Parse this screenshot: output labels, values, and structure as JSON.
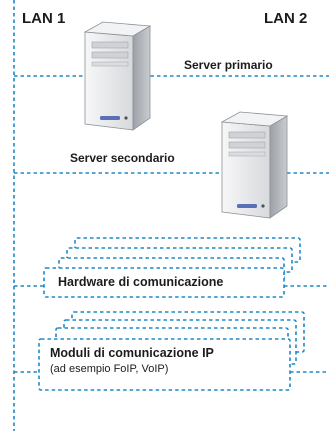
{
  "labels": {
    "lan1": "LAN 1",
    "lan2": "LAN 2"
  },
  "servers": {
    "primary": "Server primario",
    "secondary": "Server secondario"
  },
  "boxes": {
    "hardware": "Hardware di comunicazione",
    "ip_title": "Moduli di comunicazione IP",
    "ip_subtitle": "(ad esempio FoIP, VoIP)"
  },
  "colors": {
    "network_line": "#1e88c8",
    "text": "#1c1c1c",
    "server_body": "#e9eaec",
    "server_shade": "#b9bcc1"
  }
}
